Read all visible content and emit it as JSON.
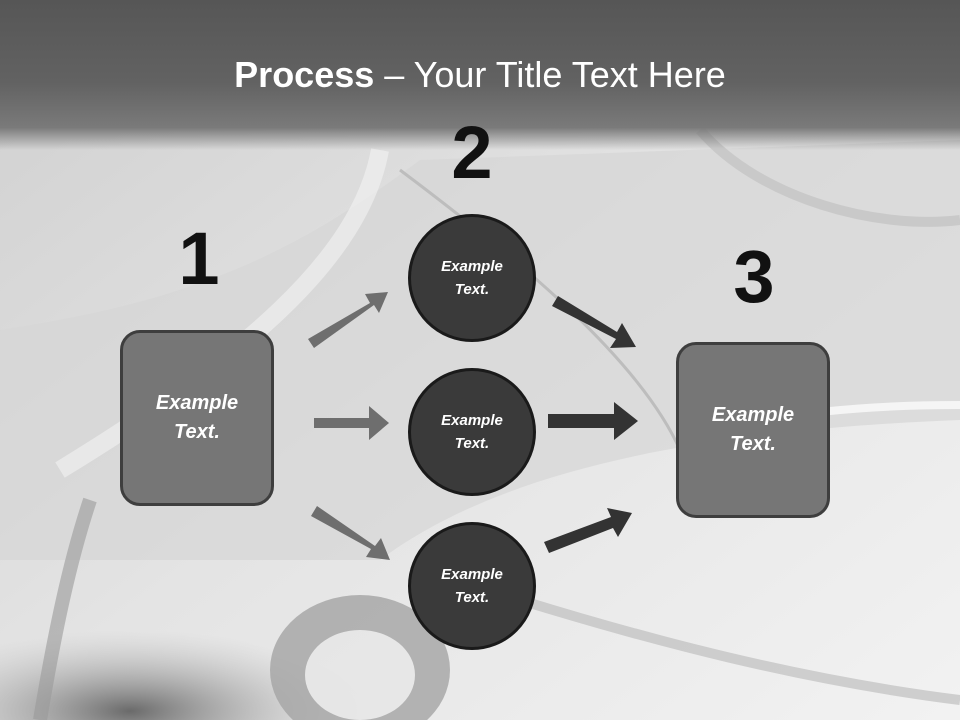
{
  "slide": {
    "title_bold": "Process",
    "title_rest": " – Your Title Text Here"
  },
  "steps": [
    {
      "number": "1"
    },
    {
      "number": "2"
    },
    {
      "number": "3"
    }
  ],
  "left_box": {
    "label": "Example Text."
  },
  "circles": [
    {
      "label": "Example Text."
    },
    {
      "label": "Example Text."
    },
    {
      "label": "Example Text."
    }
  ],
  "right_box": {
    "label": "Example Text."
  },
  "colors": {
    "title_band": "#5f5f5f",
    "box_fill": "#767676",
    "circle_fill": "#3a3a3a",
    "arrow_left": "#6e6e6e",
    "arrow_right": "#333333",
    "number_text": "#111111"
  }
}
